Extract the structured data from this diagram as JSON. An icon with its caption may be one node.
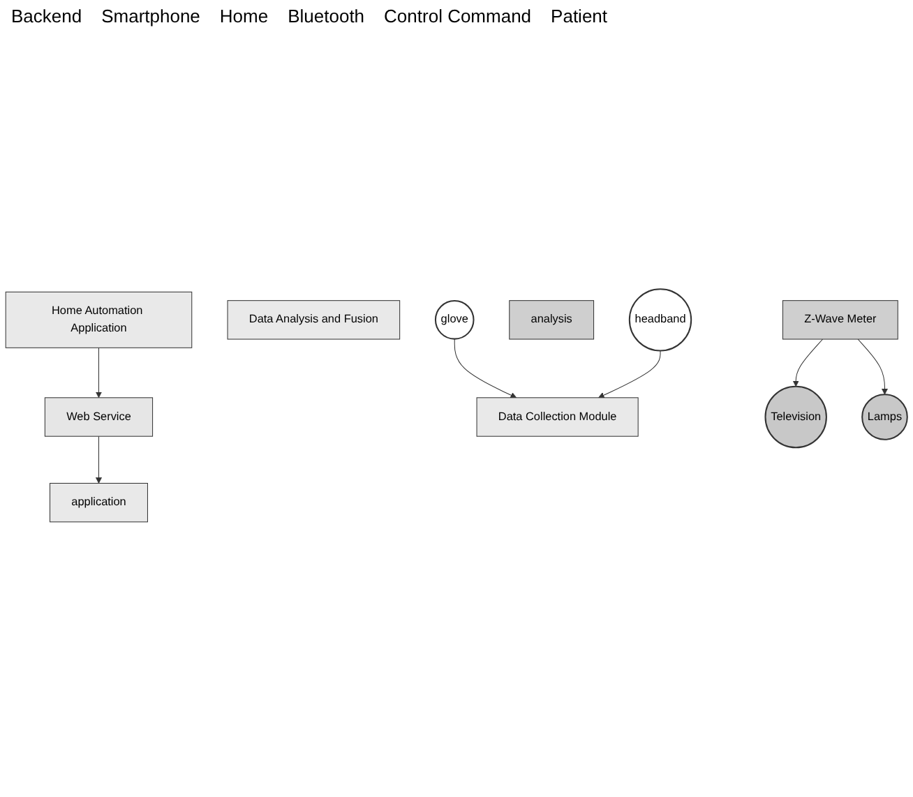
{
  "diagram": {
    "nodes": [
      {
        "text": [
          "Web Service"
        ]
      },
      {
        "text": [
          "Home Automation Application"
        ]
      },
      {
        "text": [
          "Data Analysis and Fusion"
        ]
      },
      {
        "text": [
          "Data Collection Module"
        ]
      },
      {
        "text": [
          "application"
        ]
      },
      {
        "text": [
          "Z-Wave Meter"
        ]
      },
      {
        "text": [
          "analysis"
        ]
      },
      {
        "text": [
          "glove"
        ]
      },
      {
        "text": [
          "headband"
        ]
      },
      {
        "text": [
          "Television"
        ]
      },
      {
        "text": [
          "Lamps"
        ]
      }
    ],
    "edges": [
      {
        "from": 1,
        "to": 0,
        "arrow": "to"
      },
      {
        "from": 0,
        "to": 4,
        "arrow": "to"
      },
      {
        "from": 7,
        "to": 3,
        "arrow": "to"
      },
      {
        "from": 8,
        "to": 3,
        "arrow": "to"
      },
      {
        "from": 5,
        "to": 9,
        "arrow": "to"
      },
      {
        "from": 5,
        "to": 10,
        "arrow": "to"
      }
    ],
    "labels": [
      "Backend",
      "Smartphone",
      "Home",
      "Bluetooth",
      "Control Command",
      "Patient"
    ]
  }
}
